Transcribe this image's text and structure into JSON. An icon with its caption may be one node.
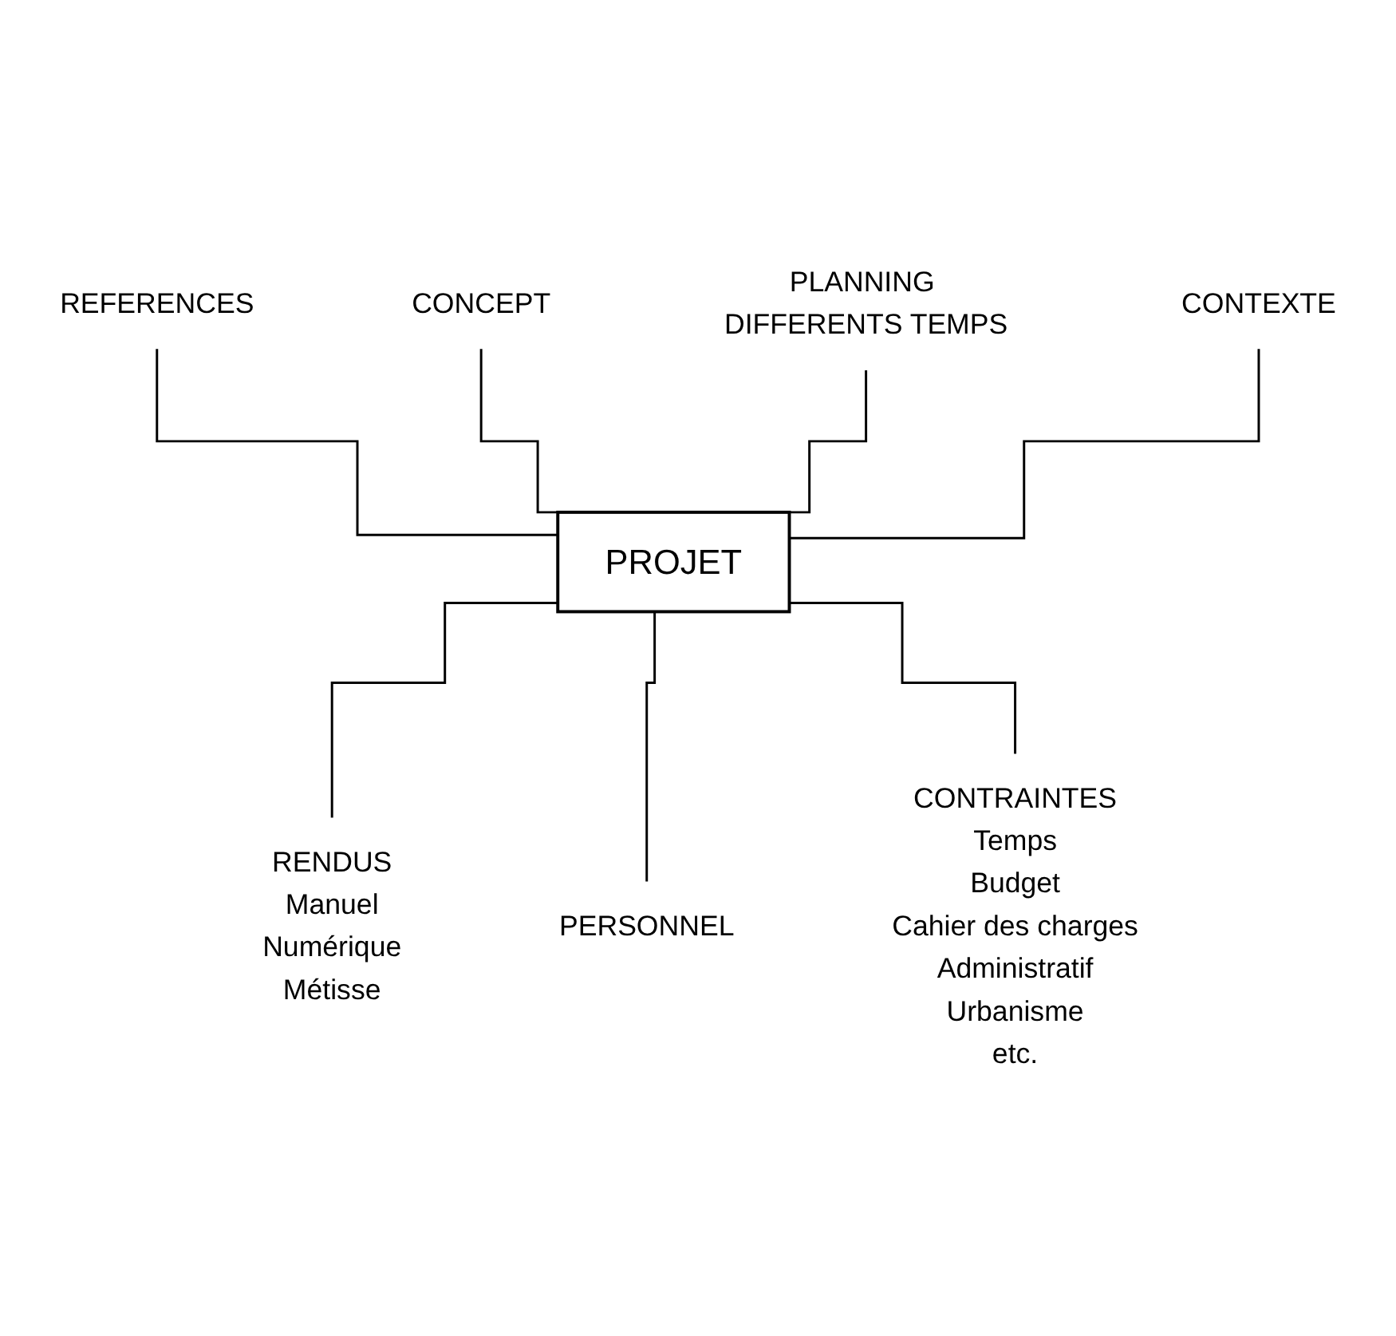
{
  "diagram": {
    "nodes": [
      {
        "text": [
          "REFERENCES"
        ]
      },
      {
        "text": [
          "CONCEPT"
        ]
      },
      {
        "text": [
          "PLANNING DIFFERENTS TEMPS"
        ]
      },
      {
        "text": [
          "CONTEXTE"
        ]
      },
      {
        "text": [
          "PROJET"
        ]
      },
      {
        "text": [
          "RENDUS",
          "Manuel",
          "Numérique",
          "Métisse"
        ]
      },
      {
        "text": [
          "PERSONNEL"
        ]
      },
      {
        "text": [
          "CONTRAINTES",
          "Temps",
          "Budget",
          "Cahier des charges",
          "Administratif",
          "Urbanisme",
          "etc."
        ]
      }
    ],
    "edges": [
      {
        "from": 0,
        "to": 4,
        "arrow": "none"
      },
      {
        "from": 1,
        "to": 4,
        "arrow": "none"
      },
      {
        "from": 2,
        "to": 4,
        "arrow": "none"
      },
      {
        "from": 3,
        "to": 4,
        "arrow": "none"
      },
      {
        "from": 4,
        "to": 5,
        "arrow": "none"
      },
      {
        "from": 4,
        "to": 6,
        "arrow": "none"
      },
      {
        "from": 4,
        "to": 7,
        "arrow": "none"
      }
    ]
  }
}
